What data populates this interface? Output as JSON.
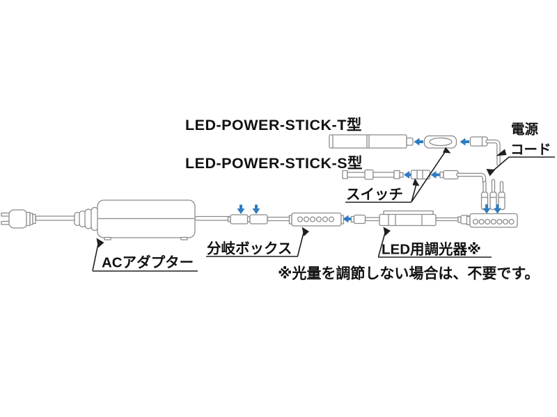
{
  "diagram": {
    "labels": {
      "stick_t": "LED-POWER-STICK-T型",
      "stick_s": "LED-POWER-STICK-S型",
      "power_cord_line1": "電源",
      "power_cord_line2": "コード",
      "switch": "スイッチ",
      "branch_box": "分岐ボックス",
      "ac_adapter": "ACアダプター",
      "led_dimmer": "LED用調光器※",
      "note": "※光量を調節しない場合は、不要です。"
    },
    "components": [
      "power-plug",
      "ac-adapter",
      "branch-connectors",
      "branch-box",
      "led-dimmer",
      "power-strip",
      "stick-t",
      "switch-t",
      "stick-s",
      "switch-s",
      "power-cords",
      "plugs"
    ],
    "colors": {
      "outline": "#8a8a8a",
      "leader": "#1f1f1f",
      "text": "#111111",
      "arrow_blue": "#2d7cc1",
      "background": "#ffffff"
    }
  }
}
